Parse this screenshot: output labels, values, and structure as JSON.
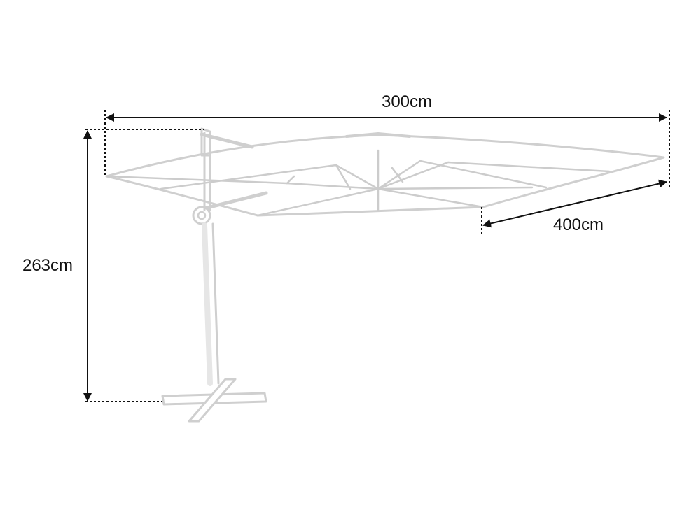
{
  "dimensions": {
    "width_label": "300cm",
    "depth_label": "400cm",
    "height_label": "263cm"
  },
  "colors": {
    "product": "#cfcfcf",
    "product_detail": "#c4c4c4",
    "dimension_lines": "#111111"
  }
}
